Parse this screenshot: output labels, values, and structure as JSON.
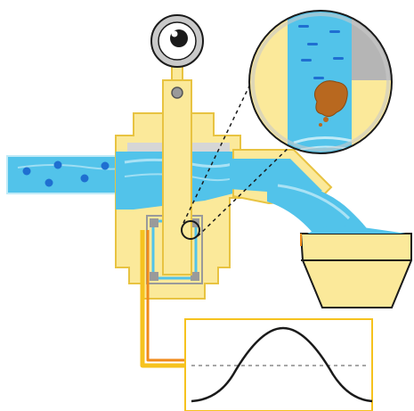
{
  "diagram": {
    "colors": {
      "body": "#fbe99a",
      "body_stroke": "#e8c341",
      "outline": "#1a1a1a",
      "water": "#52c3ea",
      "water_light": "#bfeaf7",
      "bubble": "#1f6fd1",
      "contaminant": "#b8681f",
      "wire_orange": "#f08a1a",
      "wire_yellow": "#f6c21e",
      "gray": "#c2c2c2",
      "lens_ring": "#c9c9c9"
    },
    "icons": [
      "eye-icon",
      "magnifier-callout",
      "waveform-plot"
    ],
    "signal_plot": {
      "shape": "single bell-shaped peak above a dashed baseline",
      "has_axis_labels": false
    }
  }
}
